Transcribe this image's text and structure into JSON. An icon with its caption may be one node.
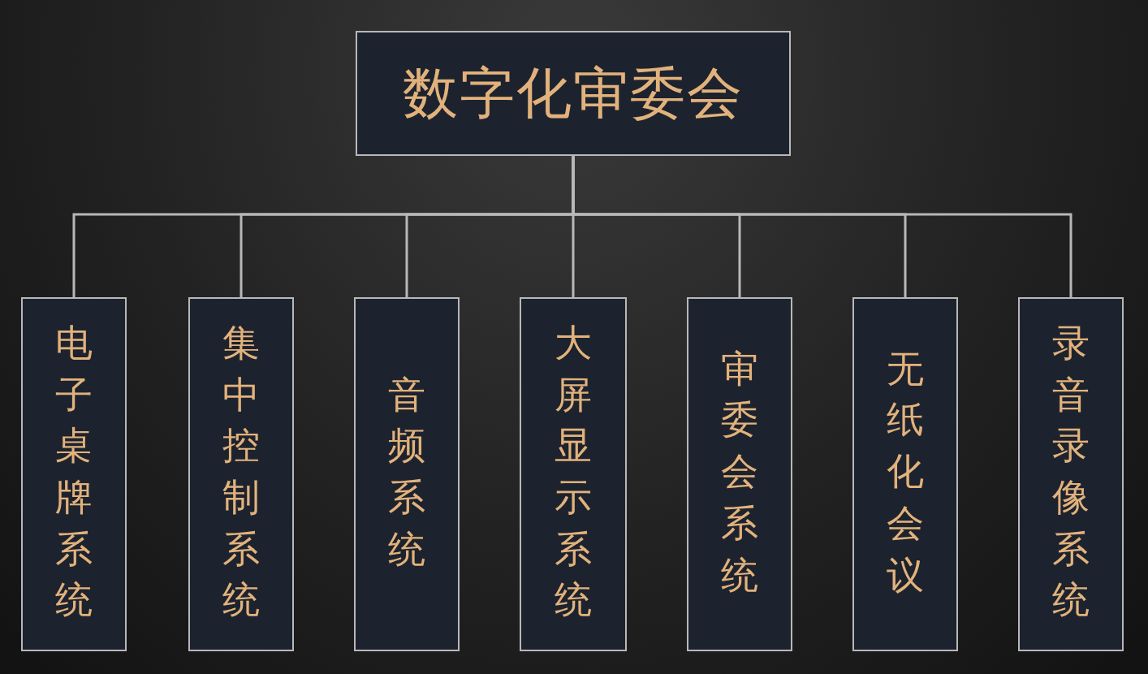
{
  "diagram": {
    "nodes": [
      {
        "text": [
          "数字化审委会"
        ]
      },
      {
        "text": [
          "电子桌牌系统"
        ]
      },
      {
        "text": [
          "集中控制系统"
        ]
      },
      {
        "text": [
          "音频系统"
        ]
      },
      {
        "text": [
          "大屏显示系统"
        ]
      },
      {
        "text": [
          "审委会系统"
        ]
      },
      {
        "text": [
          "无纸化会议"
        ]
      },
      {
        "text": [
          "录音录像系统"
        ]
      }
    ],
    "edges": [
      {
        "from": 0,
        "to": 1,
        "arrow": "none"
      },
      {
        "from": 0,
        "to": 2,
        "arrow": "none"
      },
      {
        "from": 0,
        "to": 3,
        "arrow": "none"
      },
      {
        "from": 0,
        "to": 4,
        "arrow": "none"
      },
      {
        "from": 0,
        "to": 5,
        "arrow": "none"
      },
      {
        "from": 0,
        "to": 6,
        "arrow": "none"
      },
      {
        "from": 0,
        "to": 7,
        "arrow": "none"
      }
    ]
  }
}
